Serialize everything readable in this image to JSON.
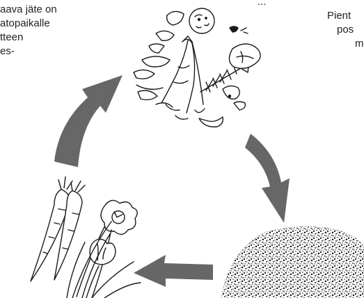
{
  "text_left": {
    "lines": [
      "aava jäte on",
      "atopaikalle",
      "tteen",
      "es-"
    ]
  },
  "text_right": {
    "lines": [
      "...",
      "Pient",
      "pos",
      "m"
    ]
  },
  "cycle": {
    "stages": [
      {
        "name": "kitchen-waste",
        "icon": "food-scraps-icon"
      },
      {
        "name": "compost-soil",
        "icon": "compost-pile-icon"
      },
      {
        "name": "plants",
        "icon": "carrots-and-flowers-icon"
      }
    ],
    "arrow_color": "#6e6e6e"
  }
}
